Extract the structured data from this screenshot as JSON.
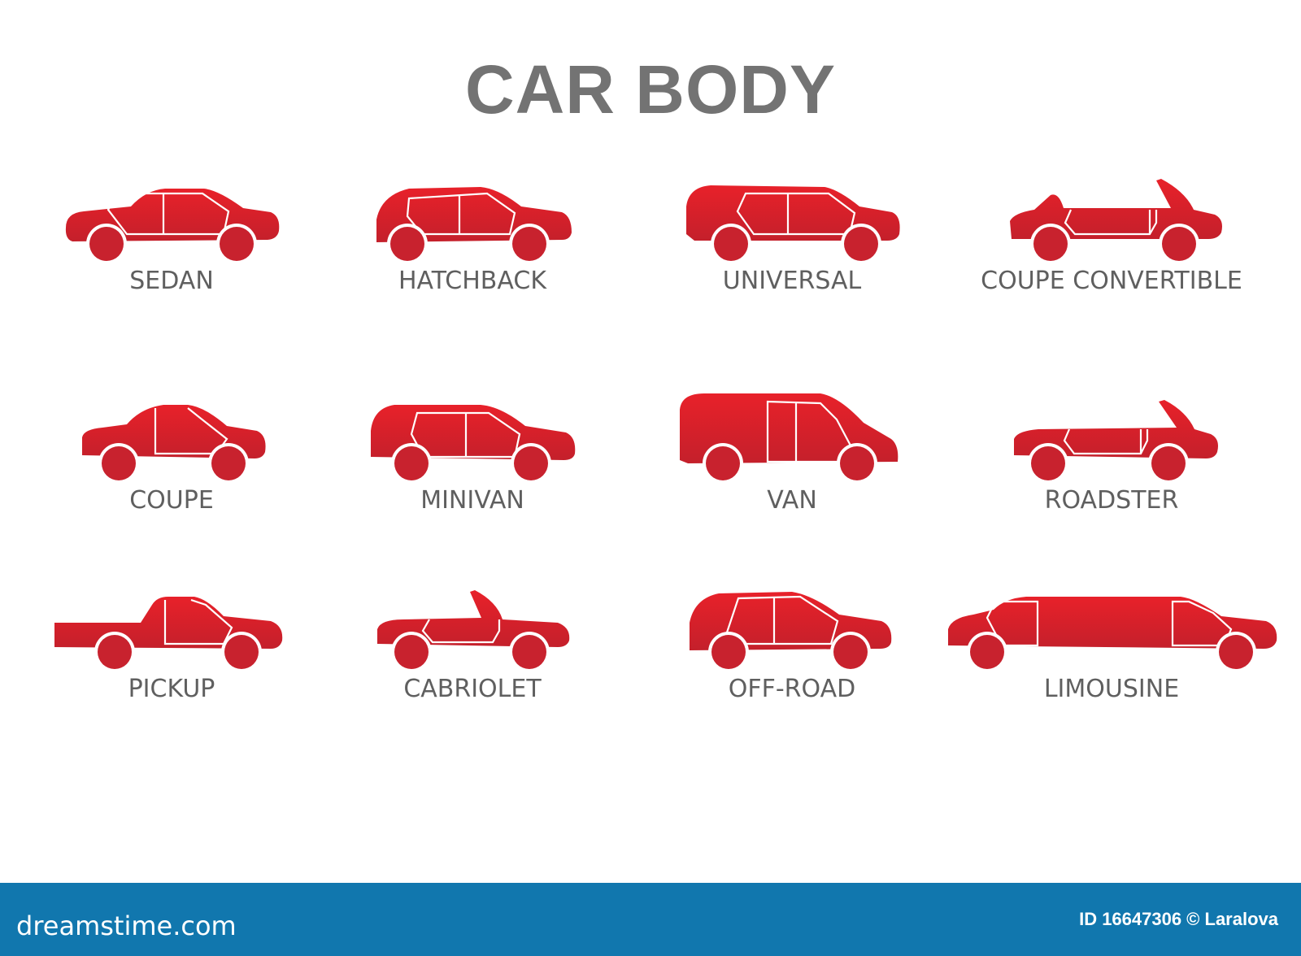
{
  "title": "CAR BODY",
  "colors": {
    "body_top": "#e8212a",
    "body_bottom": "#c4202b",
    "title": "#737373",
    "label": "#5f5f5f",
    "footer": "#1177ae"
  },
  "cars": [
    {
      "id": "sedan",
      "label": "SEDAN"
    },
    {
      "id": "hatchback",
      "label": "HATCHBACK"
    },
    {
      "id": "universal",
      "label": "UNIVERSAL"
    },
    {
      "id": "coupe-convertible",
      "label": "COUPE CONVERTIBLE"
    },
    {
      "id": "coupe",
      "label": "COUPE"
    },
    {
      "id": "minivan",
      "label": "MINIVAN"
    },
    {
      "id": "van",
      "label": "VAN"
    },
    {
      "id": "roadster",
      "label": "ROADSTER"
    },
    {
      "id": "pickup",
      "label": "PICKUP"
    },
    {
      "id": "cabriolet",
      "label": "CABRIOLET"
    },
    {
      "id": "off-road",
      "label": "OFF-ROAD"
    },
    {
      "id": "limousine",
      "label": "LIMOUSINE"
    }
  ],
  "footer": {
    "logo": "dreamstime.com",
    "credit": "ID 16647306 © Laralova"
  }
}
